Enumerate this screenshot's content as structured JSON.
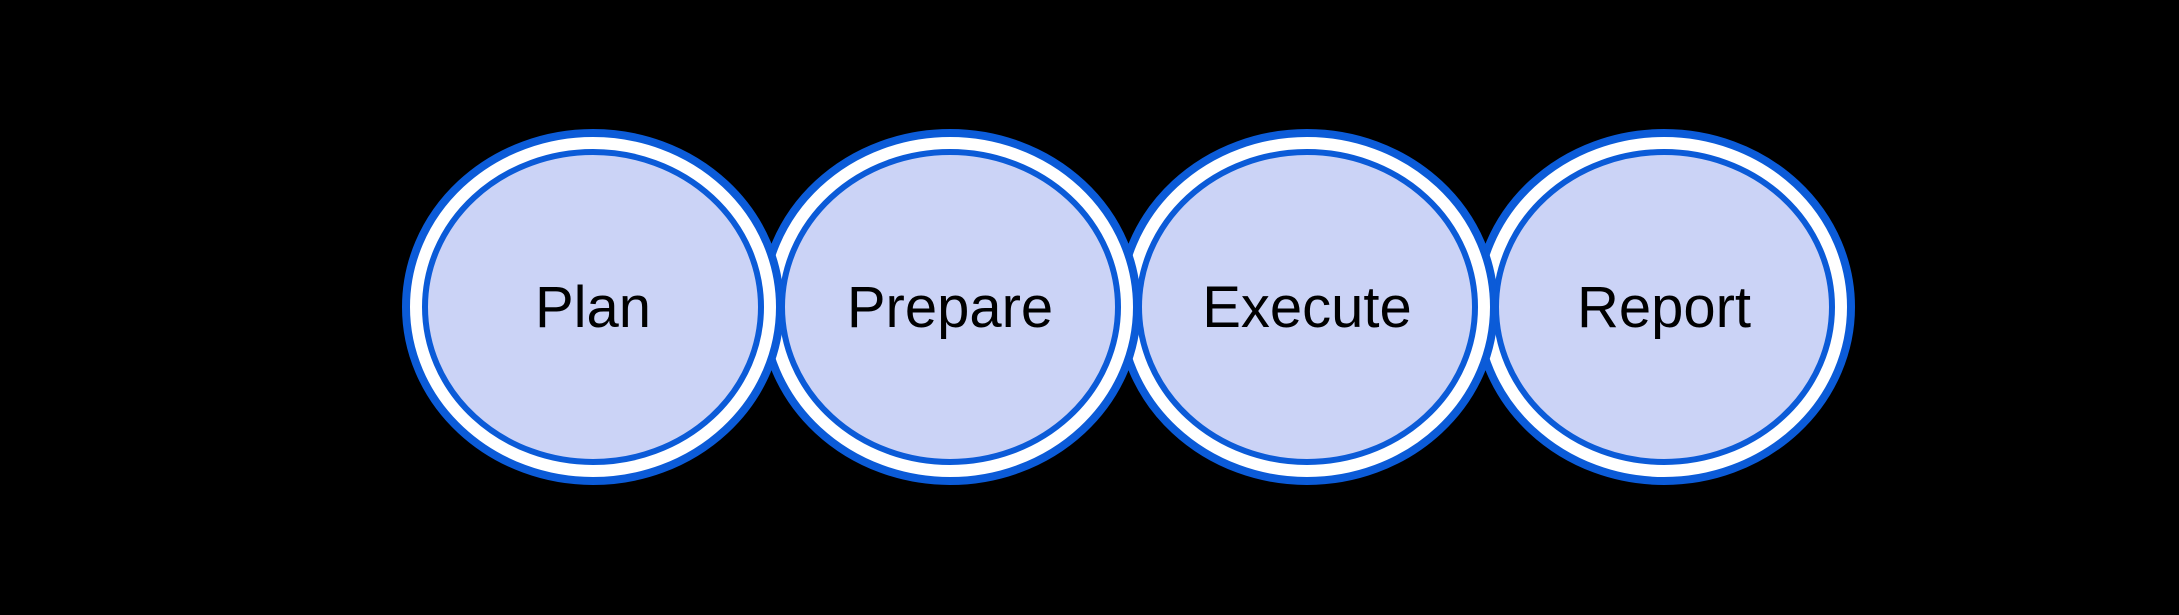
{
  "diagram": {
    "type": "process-flow",
    "direction": "left-to-right",
    "background": "#000000",
    "nodes": [
      {
        "label": "Plan"
      },
      {
        "label": "Prepare"
      },
      {
        "label": "Execute"
      },
      {
        "label": "Report"
      }
    ],
    "connector": "right-arrow",
    "colors": {
      "ring_stroke": "#0b5bd8",
      "ring_gap": "#ffffff",
      "node_fill": "#cbd3f6",
      "arrow_fill": "#ffffff",
      "arrow_stroke": "#0b5bd8",
      "label_text": "#000000"
    }
  }
}
